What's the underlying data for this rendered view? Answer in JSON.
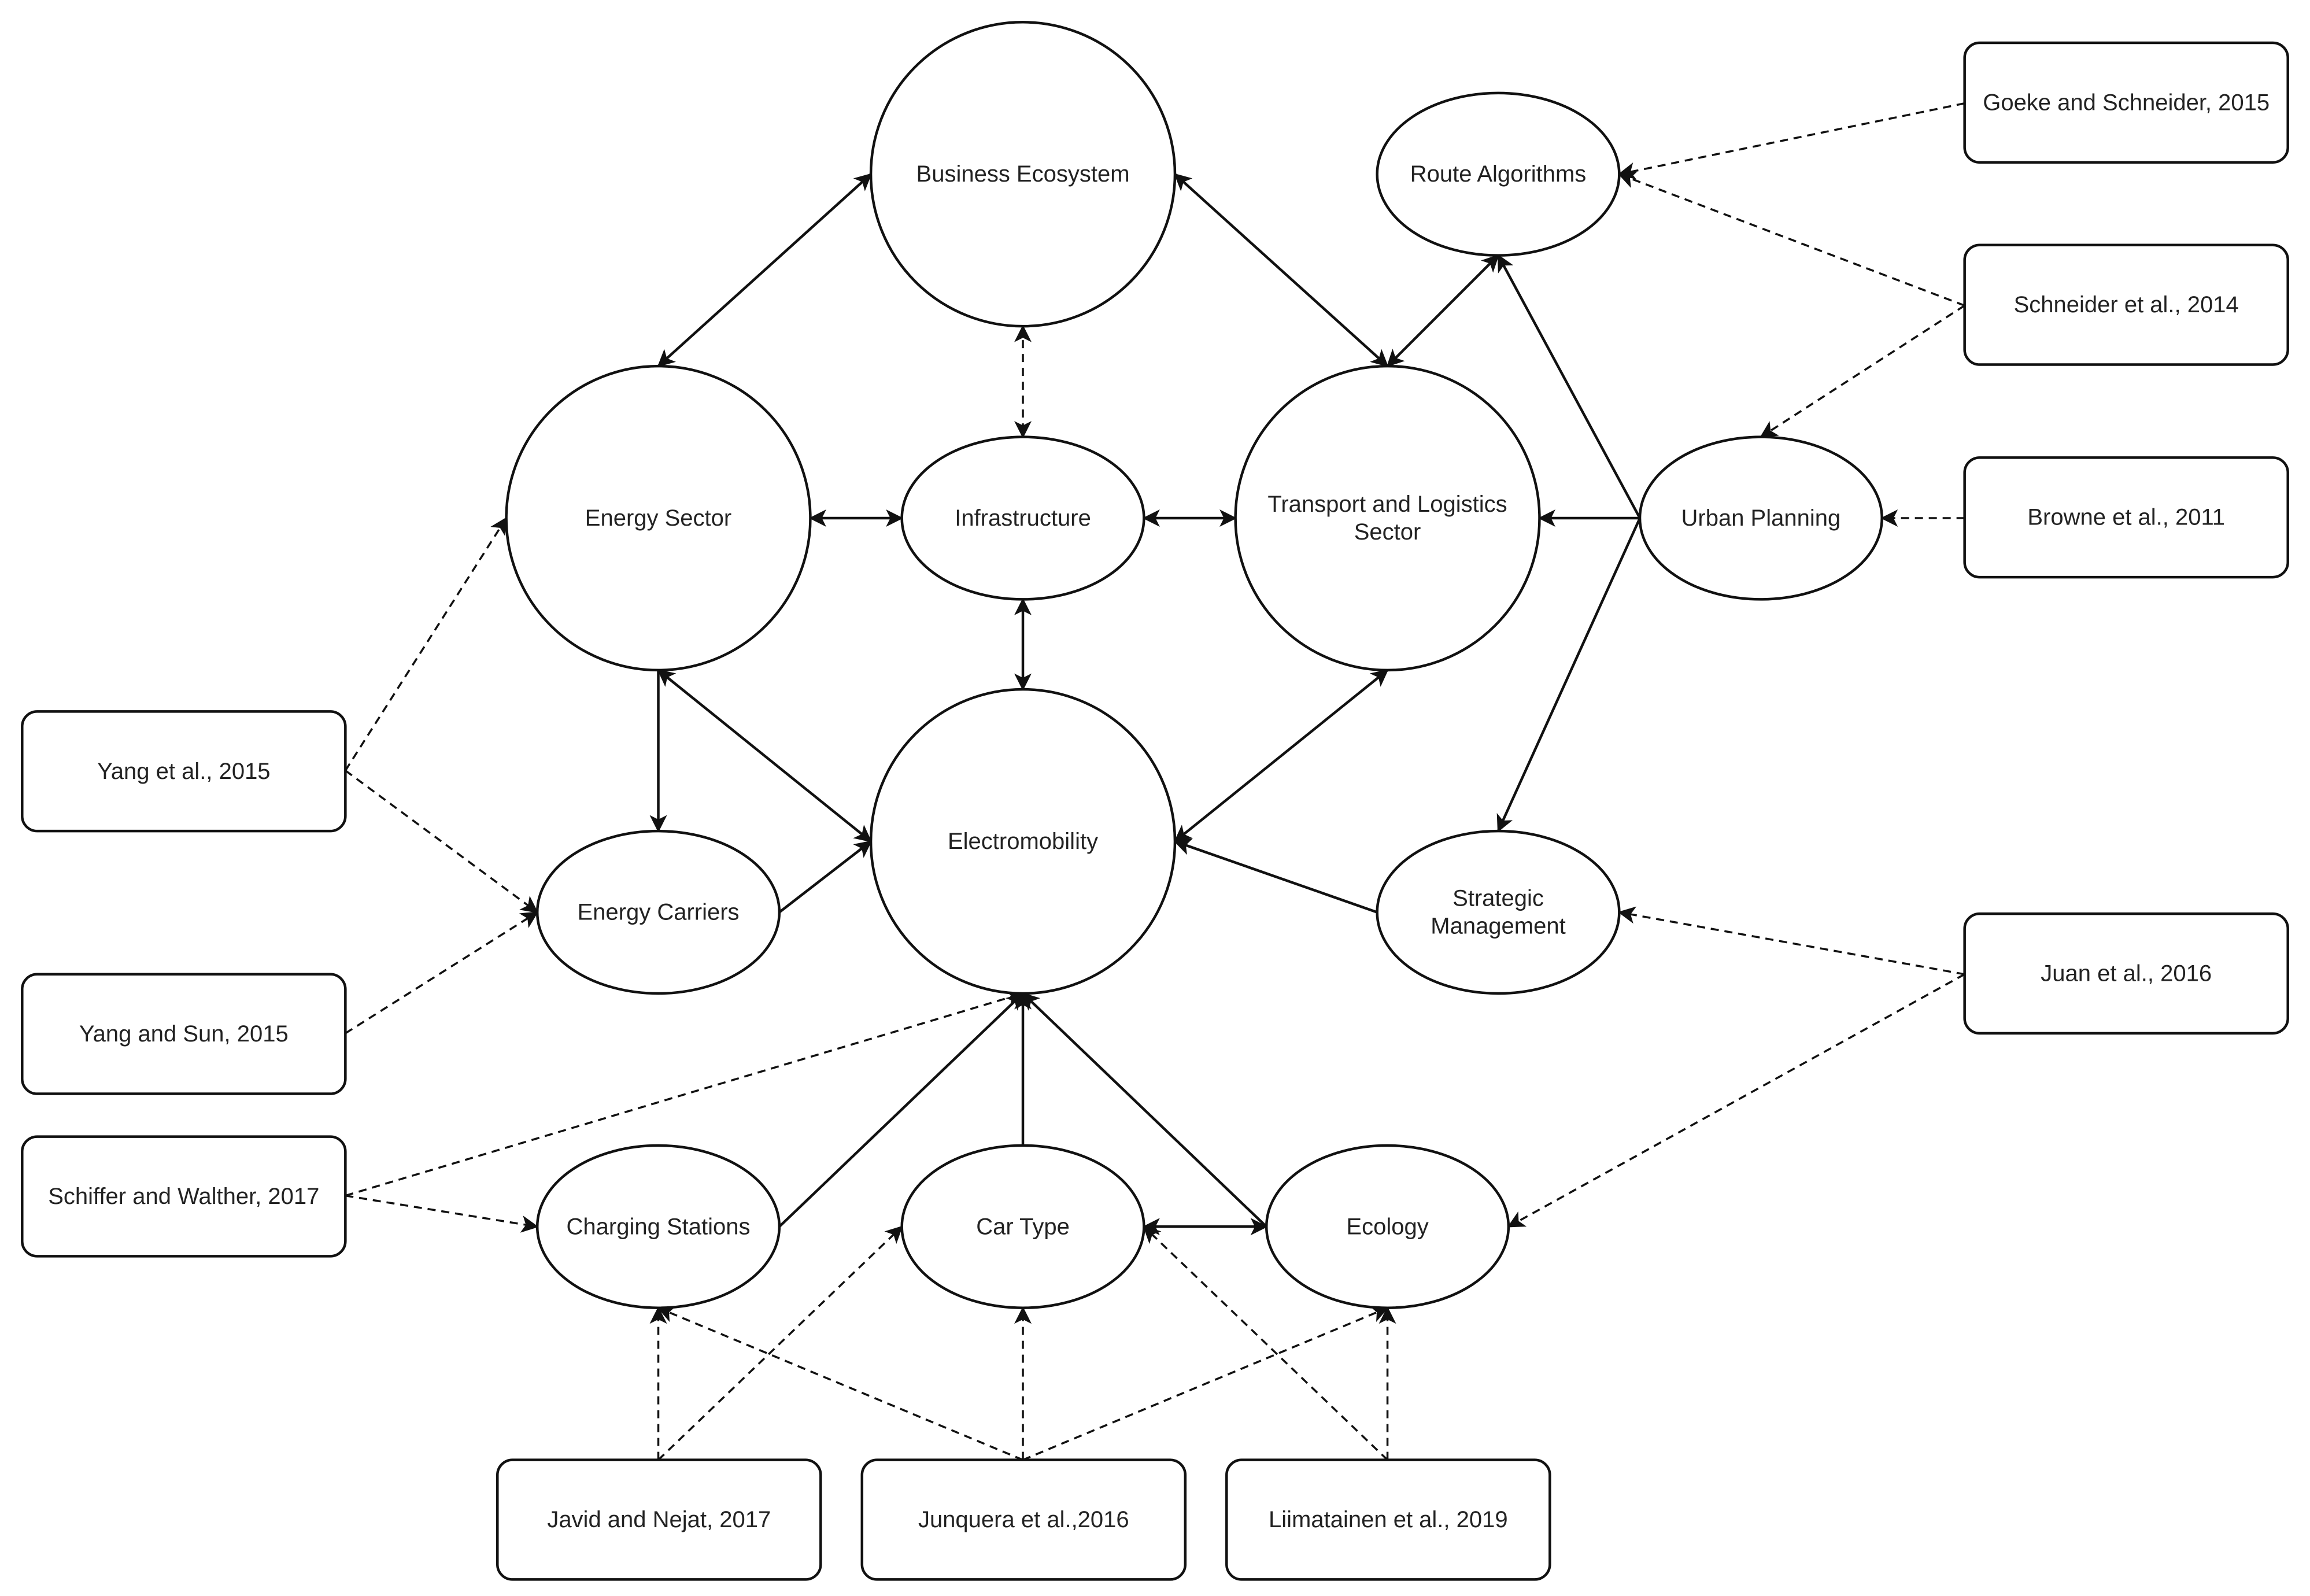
{
  "nodes": [
    {
      "id": "business",
      "text": [
        "Business Ecosystem"
      ]
    },
    {
      "id": "energy_sector",
      "text": [
        "Energy Sector"
      ]
    },
    {
      "id": "infrastructure",
      "text": [
        "Infrastructure"
      ]
    },
    {
      "id": "transport",
      "text": [
        "Transport and Logistics",
        "Sector"
      ]
    },
    {
      "id": "electromobility",
      "text": [
        "Electromobility"
      ]
    },
    {
      "id": "route",
      "text": [
        "Route Algorithms"
      ]
    },
    {
      "id": "urban",
      "text": [
        "Urban Planning"
      ]
    },
    {
      "id": "strategic",
      "text": [
        "Strategic",
        "Management"
      ]
    },
    {
      "id": "energy_carriers",
      "text": [
        "Energy Carriers"
      ]
    },
    {
      "id": "charging",
      "text": [
        "Charging Stations"
      ]
    },
    {
      "id": "car_type",
      "text": [
        "Car Type"
      ]
    },
    {
      "id": "ecology",
      "text": [
        "Ecology"
      ]
    },
    {
      "id": "goeke",
      "text": [
        "Goeke and Schneider, 2015"
      ]
    },
    {
      "id": "schneider",
      "text": [
        "Schneider et al., 2014"
      ]
    },
    {
      "id": "browne",
      "text": [
        "Browne et al., 2011"
      ]
    },
    {
      "id": "juan",
      "text": [
        "Juan et al., 2016"
      ]
    },
    {
      "id": "yang2015",
      "text": [
        "Yang et al., 2015"
      ]
    },
    {
      "id": "yangsun",
      "text": [
        "Yang and Sun, 2015"
      ]
    },
    {
      "id": "schiffer",
      "text": [
        "Schiffer and Walther, 2017"
      ]
    },
    {
      "id": "javid",
      "text": [
        "Javid and Nejat, 2017"
      ]
    },
    {
      "id": "junquera",
      "text": [
        "Junquera et al.,2016"
      ]
    },
    {
      "id": "liimatainen",
      "text": [
        "Liimatainen et al., 2019"
      ]
    }
  ],
  "edges": [
    {
      "from": "energy_sector",
      "to": "business",
      "style": "solid",
      "arrows": "both"
    },
    {
      "from": "business",
      "to": "transport",
      "style": "solid",
      "arrows": "both"
    },
    {
      "from": "business",
      "to": "infrastructure",
      "style": "dashed",
      "arrows": "both"
    },
    {
      "from": "energy_sector",
      "to": "infrastructure",
      "style": "solid",
      "arrows": "both"
    },
    {
      "from": "infrastructure",
      "to": "transport",
      "style": "solid",
      "arrows": "both"
    },
    {
      "from": "infrastructure",
      "to": "electromobility",
      "style": "solid",
      "arrows": "both"
    },
    {
      "from": "route",
      "to": "transport",
      "style": "solid",
      "arrows": "both"
    },
    {
      "from": "urban",
      "to": "route",
      "style": "solid",
      "arrows": "end"
    },
    {
      "from": "urban",
      "to": "transport",
      "style": "solid",
      "arrows": "end"
    },
    {
      "from": "urban",
      "to": "strategic",
      "style": "solid",
      "arrows": "end"
    },
    {
      "from": "energy_sector",
      "to": "energy_carriers",
      "style": "solid",
      "arrows": "end"
    },
    {
      "from": "energy_sector",
      "to": "electromobility",
      "style": "solid",
      "arrows": "both"
    },
    {
      "from": "transport",
      "to": "electromobility",
      "style": "solid",
      "arrows": "both"
    },
    {
      "from": "energy_carriers",
      "to": "electromobility",
      "style": "solid",
      "arrows": "end"
    },
    {
      "from": "strategic",
      "to": "electromobility",
      "style": "solid",
      "arrows": "end"
    },
    {
      "from": "charging",
      "to": "electromobility",
      "style": "solid",
      "arrows": "end"
    },
    {
      "from": "car_type",
      "to": "electromobility",
      "style": "solid",
      "arrows": "end"
    },
    {
      "from": "ecology",
      "to": "electromobility",
      "style": "solid",
      "arrows": "end"
    },
    {
      "from": "car_type",
      "to": "ecology",
      "style": "solid",
      "arrows": "both"
    },
    {
      "from": "goeke",
      "to": "route",
      "style": "dashed",
      "arrows": "end"
    },
    {
      "from": "schneider",
      "to": "route",
      "style": "dashed",
      "arrows": "end"
    },
    {
      "from": "schneider",
      "to": "urban",
      "style": "dashed",
      "arrows": "end"
    },
    {
      "from": "browne",
      "to": "urban",
      "style": "dashed",
      "arrows": "end"
    },
    {
      "from": "juan",
      "to": "strategic",
      "style": "dashed",
      "arrows": "end"
    },
    {
      "from": "juan",
      "to": "ecology",
      "style": "dashed",
      "arrows": "end"
    },
    {
      "from": "yang2015",
      "to": "energy_sector",
      "style": "dashed",
      "arrows": "end"
    },
    {
      "from": "yang2015",
      "to": "energy_carriers",
      "style": "dashed",
      "arrows": "end"
    },
    {
      "from": "yangsun",
      "to": "energy_carriers",
      "style": "dashed",
      "arrows": "end"
    },
    {
      "from": "schiffer",
      "to": "electromobility",
      "style": "dashed",
      "arrows": "end"
    },
    {
      "from": "schiffer",
      "to": "charging",
      "style": "dashed",
      "arrows": "end"
    },
    {
      "from": "javid",
      "to": "charging",
      "style": "dashed",
      "arrows": "end"
    },
    {
      "from": "javid",
      "to": "car_type",
      "style": "dashed",
      "arrows": "end"
    },
    {
      "from": "junquera",
      "to": "charging",
      "style": "dashed",
      "arrows": "end"
    },
    {
      "from": "junquera",
      "to": "car_type",
      "style": "dashed",
      "arrows": "end"
    },
    {
      "from": "junquera",
      "to": "ecology",
      "style": "dashed",
      "arrows": "end"
    },
    {
      "from": "liimatainen",
      "to": "car_type",
      "style": "dashed",
      "arrows": "end"
    },
    {
      "from": "liimatainen",
      "to": "ecology",
      "style": "dashed",
      "arrows": "end"
    }
  ]
}
